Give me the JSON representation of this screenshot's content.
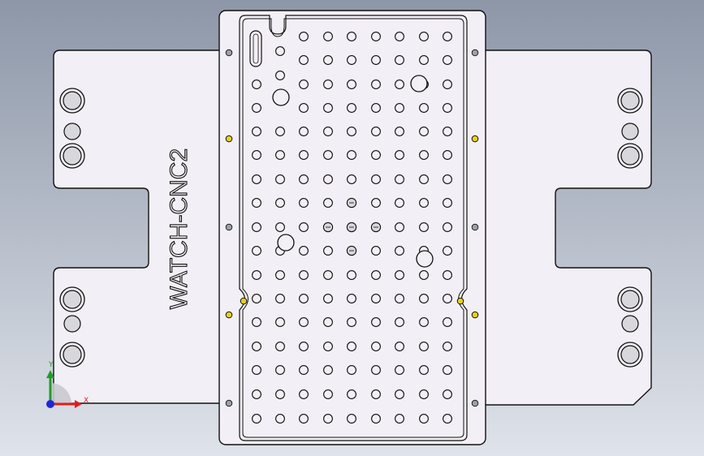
{
  "viewport": {
    "background_top": "#8d97a8",
    "background_bottom": "#dfe3ea",
    "part_fill": "#f3eff6",
    "outline": "#111111",
    "hole_fill": "#d8d8dc",
    "pin_color": "#e7d01c"
  },
  "part": {
    "engraving": "WATCH-CNC2"
  },
  "triad": {
    "x_label": "X",
    "y_label": "Y",
    "x_color": "#e0201c",
    "y_color": "#1f9d25",
    "z_color": "#1c28d8"
  }
}
